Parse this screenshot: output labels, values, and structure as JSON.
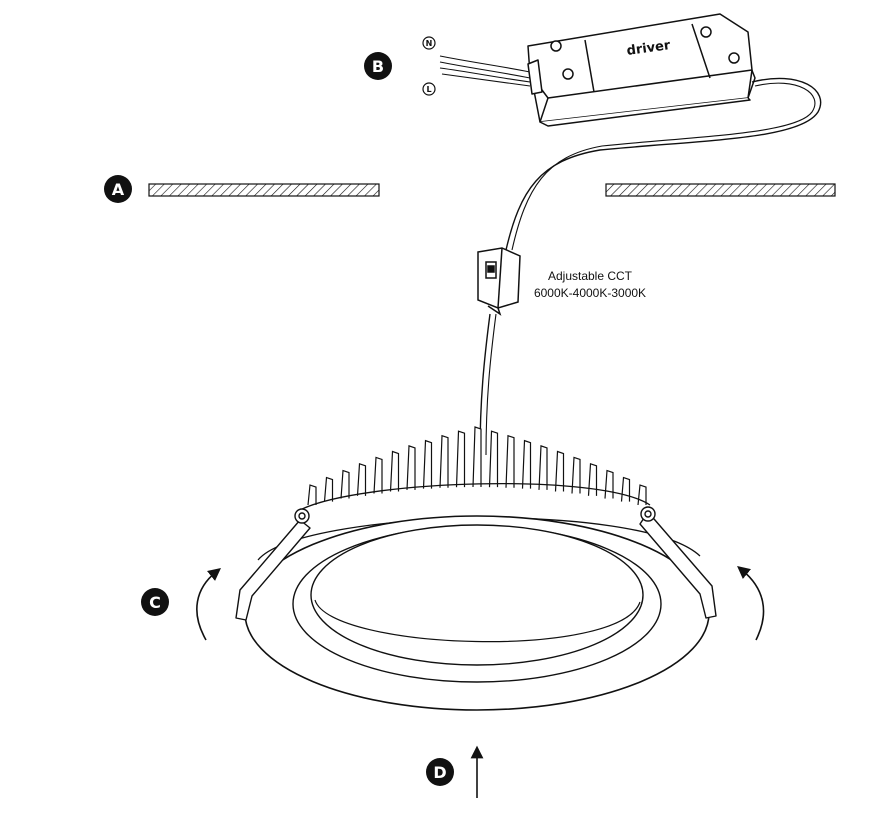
{
  "diagram": {
    "driver_label": "driver",
    "wire_labels": {
      "neutral": "N",
      "live": "L"
    },
    "cct_caption": {
      "line1": "Adjustable CCT",
      "line2": "6000K-4000K-3000K"
    },
    "step_labels": {
      "a": "A",
      "b": "B",
      "c": "C",
      "d": "D"
    },
    "colors": {
      "ink": "#111111",
      "background": "#ffffff",
      "badge_fill": "#111111",
      "badge_text": "#ffffff"
    }
  }
}
